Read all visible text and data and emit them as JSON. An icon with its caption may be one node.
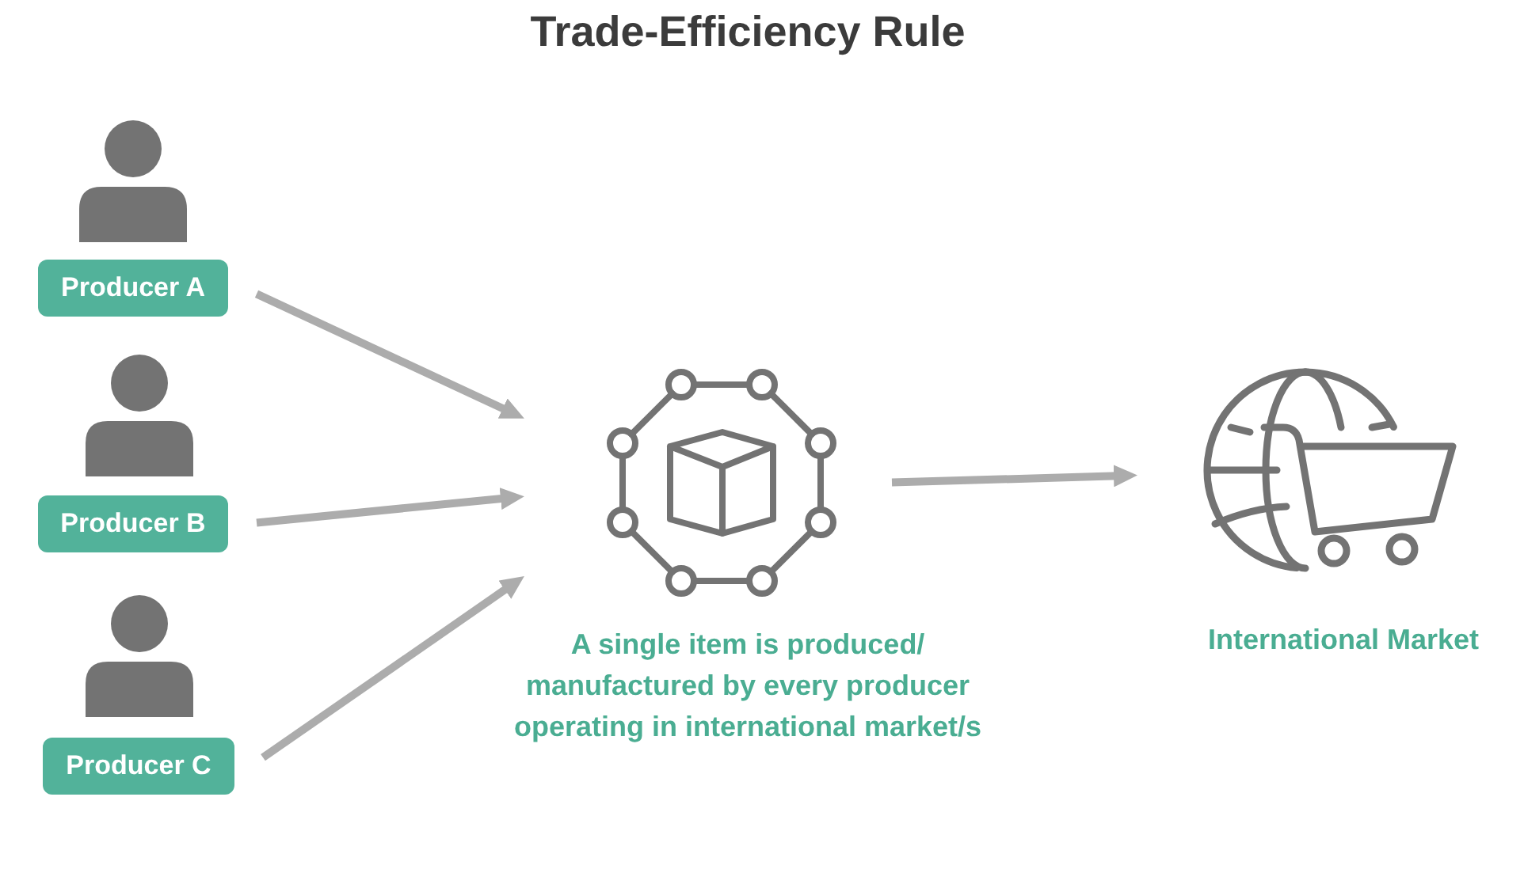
{
  "diagram": {
    "title": "Trade-Efficiency Rule",
    "nodes": [
      {
        "text": [
          "Producer A"
        ]
      },
      {
        "text": [
          "Producer B"
        ]
      },
      {
        "text": [
          "Producer C"
        ]
      },
      {
        "text": [],
        "shape": "picture",
        "beside": [
          "A single item is produced/ manufactured by every producer operating in international market/s"
        ]
      },
      {
        "text": [],
        "shape": "picture",
        "beside": [
          "International Market"
        ]
      }
    ],
    "edges": [
      {
        "from": 0,
        "to": 3,
        "arrow": "to"
      },
      {
        "from": 1,
        "to": 3,
        "arrow": "to"
      },
      {
        "from": 2,
        "to": 3,
        "arrow": "to"
      },
      {
        "from": 3,
        "to": 4,
        "arrow": "to"
      }
    ]
  }
}
